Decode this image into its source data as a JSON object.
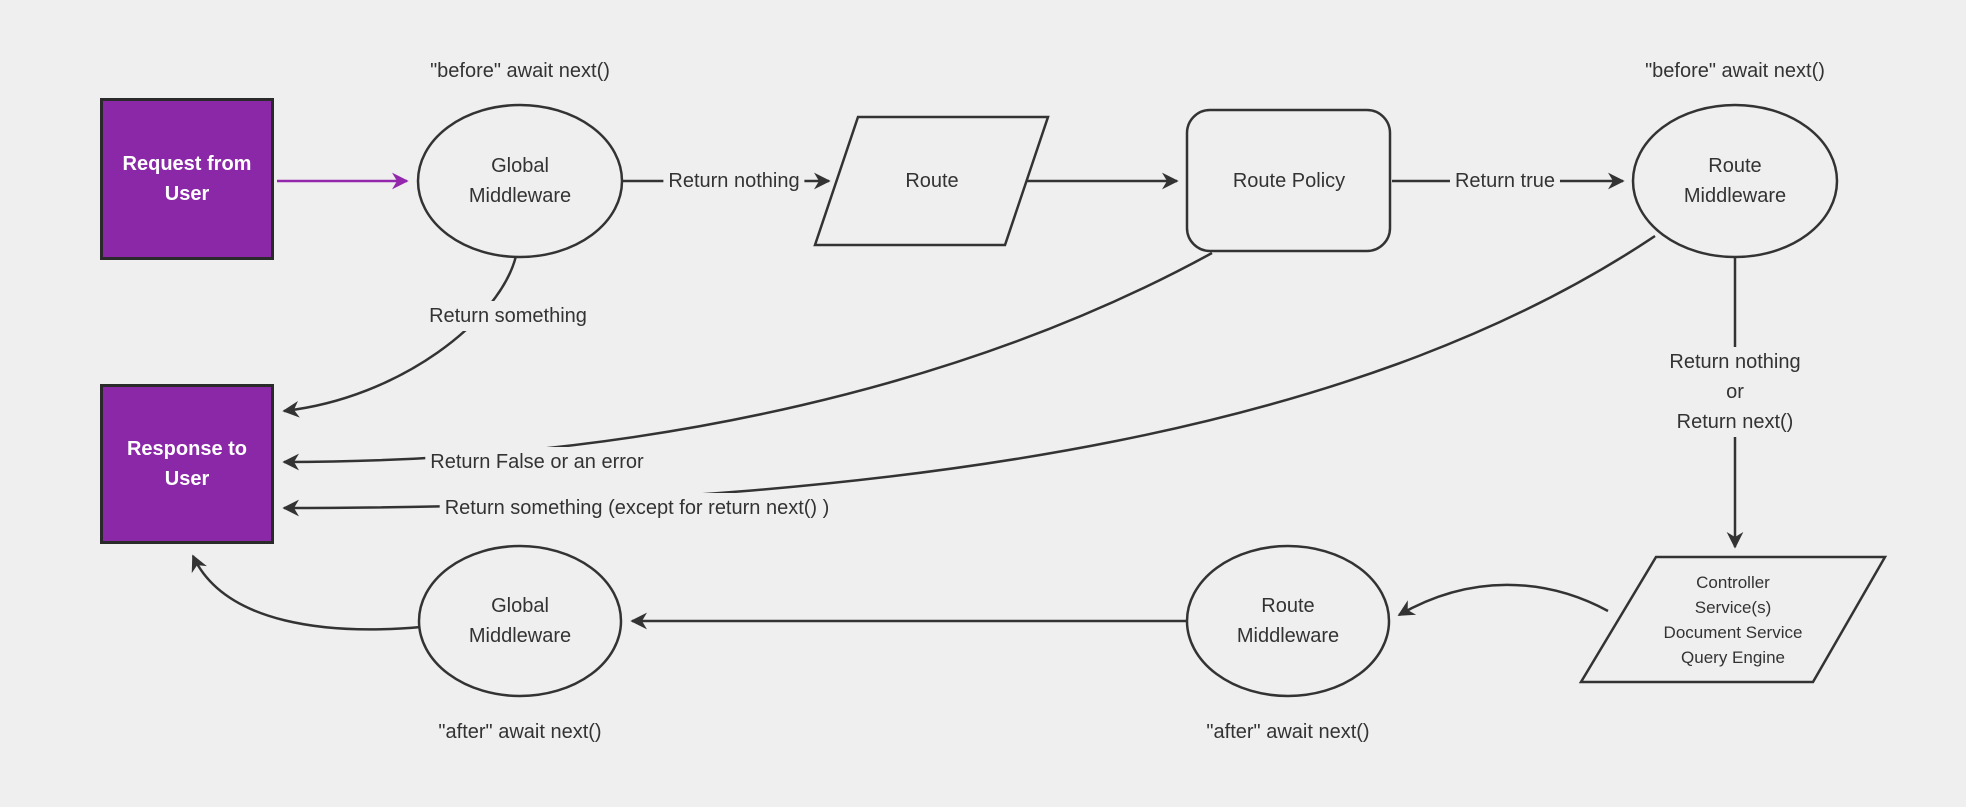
{
  "theme": {
    "background": "#efefef",
    "stroke": "#333333",
    "text": "#333333",
    "node_fill": "#efefef",
    "purple_fill": "#8a28a8",
    "purple_arrow": "#9328ad",
    "box_border": "#2a2a2a",
    "box_text": "#ffffff"
  },
  "nodes": {
    "request": {
      "label": "Request from\nUser"
    },
    "global_middleware_top": {
      "label": "Global\nMiddleware"
    },
    "route": {
      "label": "Route"
    },
    "route_policy": {
      "label": "Route Policy"
    },
    "route_middleware_top": {
      "label": "Route\nMiddleware"
    },
    "response": {
      "label": "Response to\nUser"
    },
    "controller": {
      "label": "Controller\nService(s)\nDocument Service\nQuery Engine"
    },
    "route_middleware_bottom": {
      "label": "Route\nMiddleware"
    },
    "global_middleware_bottom": {
      "label": "Global\nMiddleware"
    }
  },
  "edge_labels": {
    "before_global": "\"before\" await next()",
    "before_route": "\"before\" await next()",
    "return_nothing": "Return nothing",
    "return_true": "Return true",
    "return_something": "Return something",
    "return_false": "Return False or an error",
    "return_something_except": "Return something (except for return next() )",
    "return_nothing_or_next": "Return nothing\nor\nReturn next()",
    "after_global": "\"after\" await next()",
    "after_route": "\"after\" await next()"
  }
}
